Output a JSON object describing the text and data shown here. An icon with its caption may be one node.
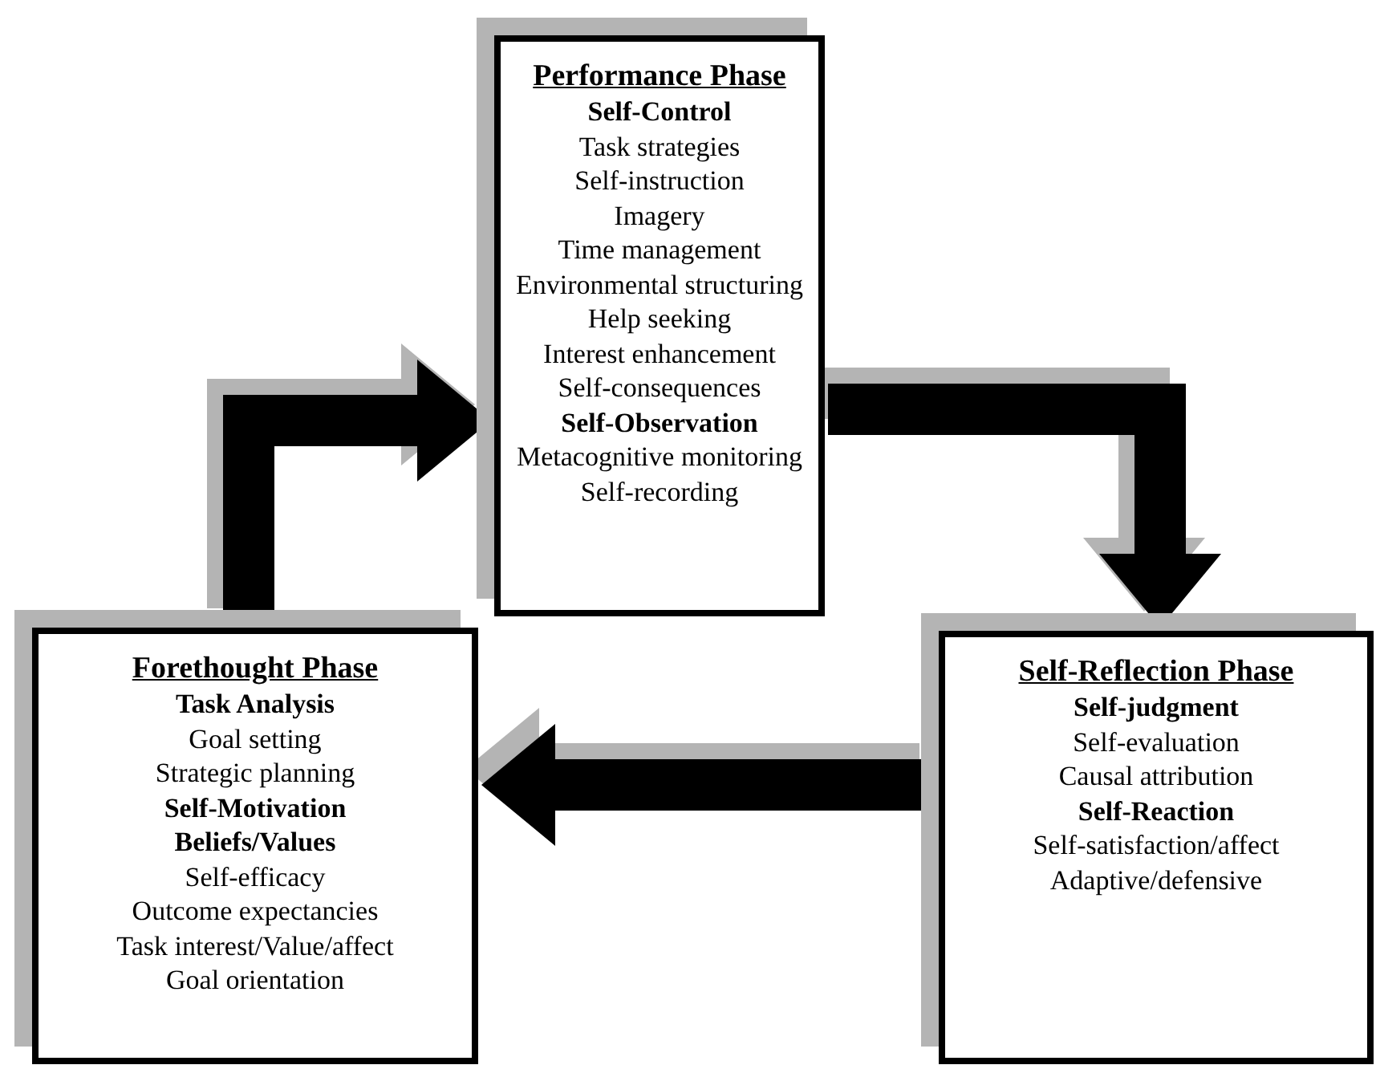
{
  "diagram": {
    "nodes": [
      {
        "text": [
          "Performance Phase",
          "**Self-Control**",
          "Task strategies",
          "Self-instruction",
          "Imagery",
          "Time management",
          "Environmental structuring",
          "Help seeking",
          "Interest enhancement",
          "Self-consequences",
          "**Self-Observation**",
          "Metacognitive monitoring",
          "Self-recording"
        ]
      },
      {
        "text": [
          "Forethought  Phase",
          "**Task  Analysis**",
          "Goal setting",
          "Strategic planning",
          "**Self-Motivation**",
          "**Beliefs/Values**",
          "Self-efficacy",
          "Outcome expectancies",
          "Task interest/Value/affect",
          "Goal orientation"
        ]
      },
      {
        "text": [
          "Self-Reflection  Phase",
          "**Self-judgment**",
          "Self-evaluation",
          "Causal attribution",
          "**Self-Reaction**",
          "Self-satisfaction/affect",
          "Adaptive/defensive"
        ]
      }
    ],
    "edges": [
      {
        "from": 1,
        "to": 0,
        "arrow": "to"
      },
      {
        "from": 0,
        "to": 2,
        "arrow": "to"
      },
      {
        "from": 2,
        "to": 1,
        "arrow": "to"
      }
    ]
  }
}
